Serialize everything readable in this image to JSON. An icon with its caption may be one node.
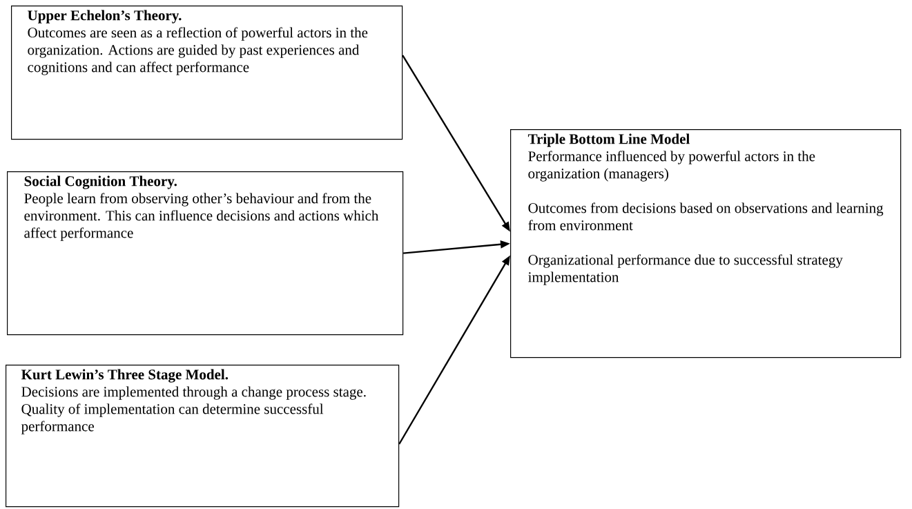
{
  "diagram": {
    "nodes": [
      {
        "text": [
          "Upper Echelon’s Theory.",
          "Outcomes are seen as a reflection of powerful actors in the organization.  Actions are guided by past experiences and cognitions  and can affect performance"
        ]
      },
      {
        "text": [
          "Social Cognition Theory.",
          "People learn from observing other’s behaviour and from the environment. This can influence decisions and actions which affect performance"
        ]
      },
      {
        "text": [
          "**Kurt Lewin’s Three Stage Model**.",
          "Decisions are implemented through a change process stage. Quality of implementation  can determine successful performance"
        ]
      },
      {
        "text": [
          "Triple Bottom Line Model",
          "Performance influenced by powerful actors in the organization  (managers)",
          "Outcomes from decisions  based on observations and learning from environment",
          "Organizational  performance due to successful strategy implementation"
        ]
      }
    ],
    "edges": [
      {
        "from": 0,
        "to": 3,
        "arrow": "to"
      },
      {
        "from": 1,
        "to": 3,
        "arrow": "to"
      },
      {
        "from": 2,
        "to": 3,
        "arrow": "to"
      }
    ]
  }
}
